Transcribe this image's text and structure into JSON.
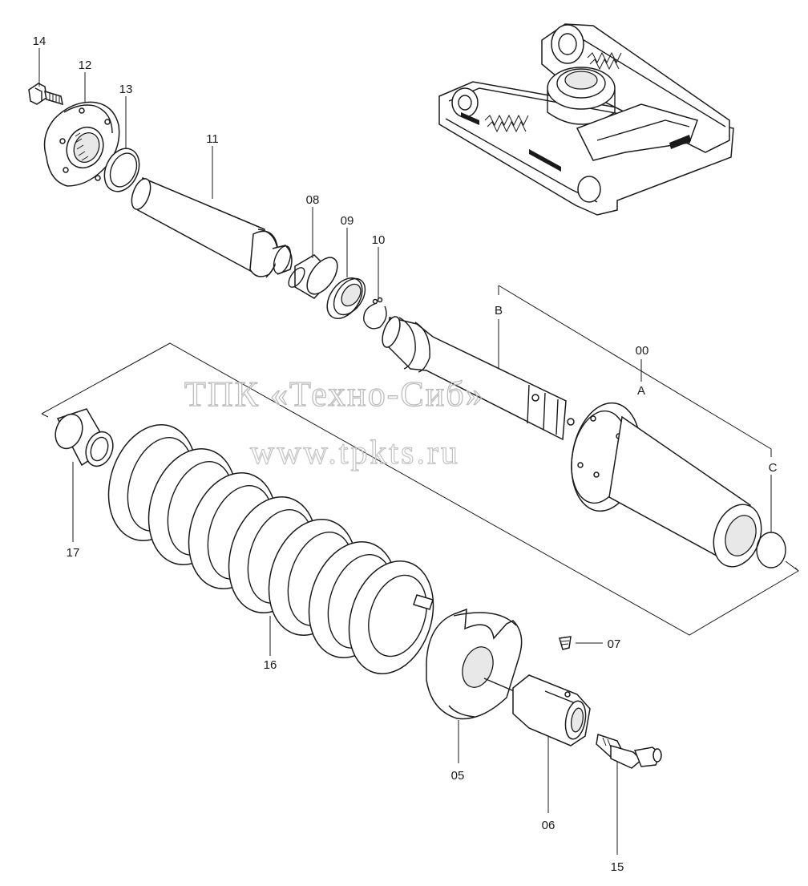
{
  "watermark": {
    "line1": "ТПК «Техно-Сиб»",
    "line2": "www.tpkts.ru"
  },
  "callouts": {
    "p14": "14",
    "p12": "12",
    "p13": "13",
    "p11": "11",
    "p08": "08",
    "p09": "09",
    "p10": "10",
    "p00": "00",
    "pB": "B",
    "pA": "A",
    "pC": "C",
    "p17": "17",
    "p16": "16",
    "p05": "05",
    "p06": "06",
    "p07": "07",
    "p15": "15"
  }
}
